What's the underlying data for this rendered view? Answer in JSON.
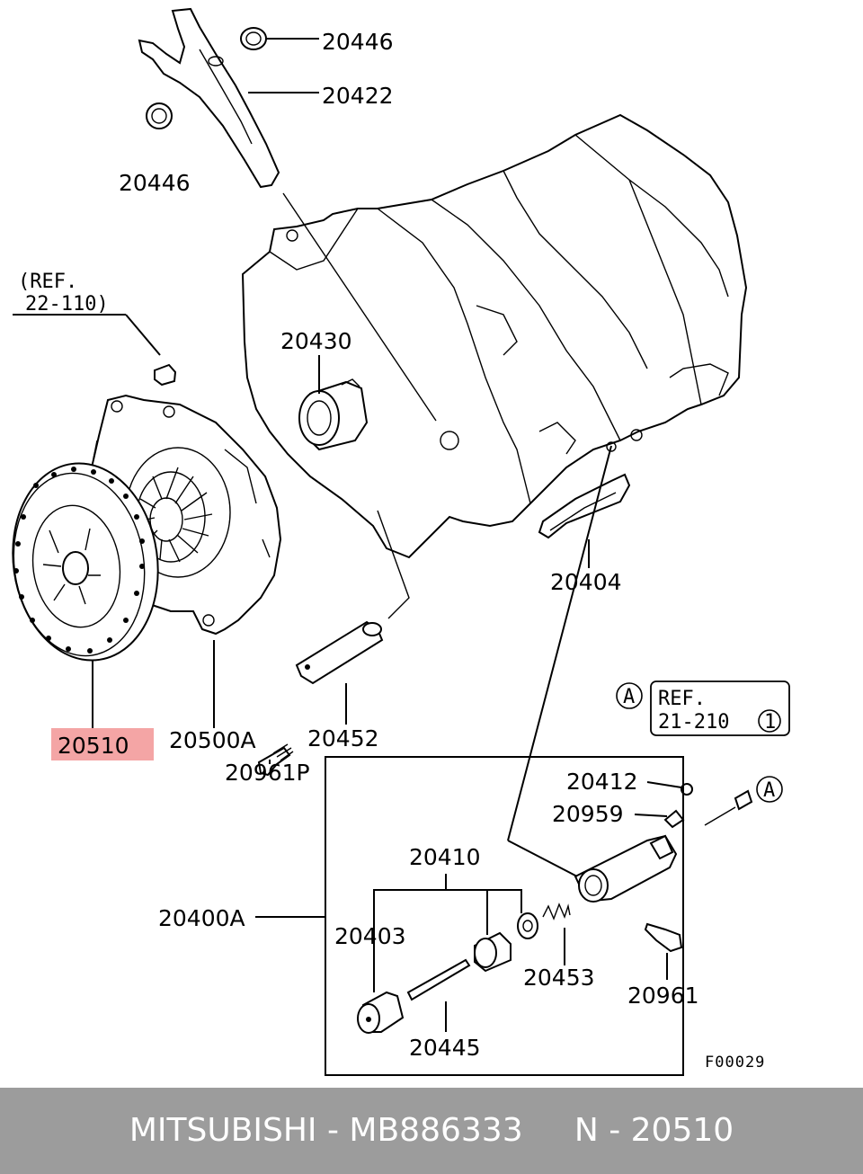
{
  "diagram": {
    "parts": {
      "p20446_top": "20446",
      "p20422": "20422",
      "p20446_left": "20446",
      "p20430": "20430",
      "p20404": "20404",
      "p20510": "20510",
      "p20500a": "20500A",
      "p20452": "20452",
      "p20961p": "20961P",
      "p20412": "20412",
      "p20959": "20959",
      "p20410": "20410",
      "p20400a": "20400A",
      "p20403": "20403",
      "p20453": "20453",
      "p20961": "20961",
      "p20445": "20445"
    },
    "ref1_line1": "(REF.",
    "ref1_line2": "22-110)",
    "ref2_line1": "REF.",
    "ref2_line2": "21-210",
    "ref2_circle": "1",
    "marker_a": "A",
    "figure_code": "F00029",
    "highlight_color": "#f4a5a5"
  },
  "footer": {
    "text": "MITSUBISHI - MB886333     N - 20510",
    "background": "#9c9c9c"
  }
}
